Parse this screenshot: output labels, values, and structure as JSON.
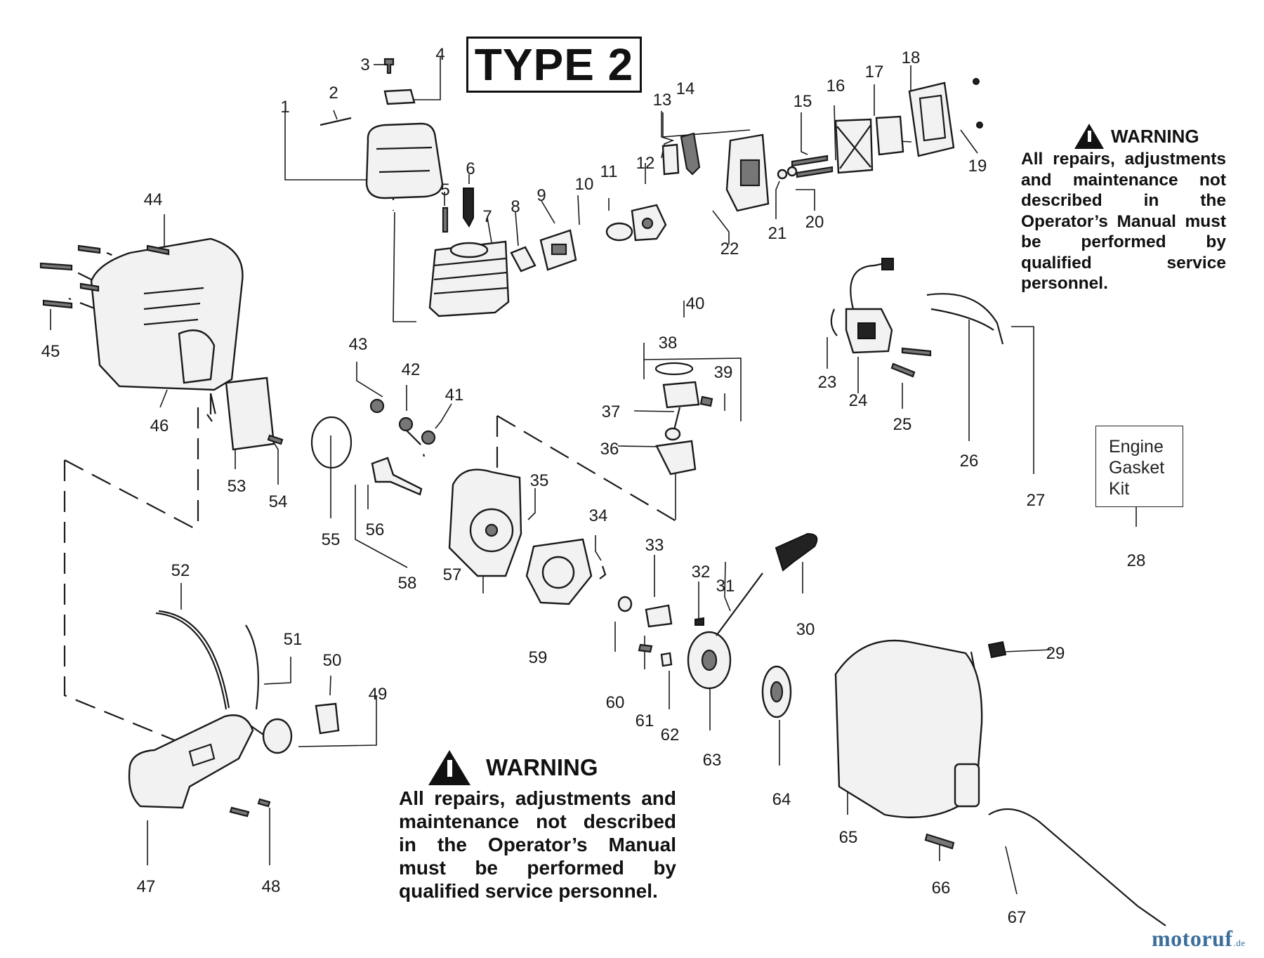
{
  "type_label": "TYPE 2",
  "warning_top": {
    "heading": "WARNING",
    "text": "All repairs, adjustments and maintenance not described in the Operator’s Manual must be performed by qualified service personnel."
  },
  "warning_bottom": {
    "heading": "WARNING",
    "text": "All repairs, adjustments and maintenance not described in the Operator’s Manual must be performed by qualified service personnel."
  },
  "kit_box": {
    "lines": [
      "Engine",
      "Gasket",
      "Kit"
    ]
  },
  "callouts": [
    "1",
    "2",
    "3",
    "4",
    "5",
    "6",
    "7",
    "8",
    "9",
    "10",
    "11",
    "12",
    "13",
    "14",
    "15",
    "16",
    "17",
    "18",
    "19",
    "20",
    "21",
    "22",
    "23",
    "24",
    "25",
    "26",
    "27",
    "28",
    "29",
    "30",
    "31",
    "32",
    "33",
    "34",
    "35",
    "36",
    "37",
    "38",
    "39",
    "40",
    "41",
    "42",
    "43",
    "44",
    "45",
    "46",
    "47",
    "48",
    "49",
    "50",
    "51",
    "52",
    "53",
    "54",
    "55",
    "56",
    "57",
    "58",
    "59",
    "60",
    "61",
    "62",
    "63",
    "64",
    "65",
    "66",
    "67"
  ],
  "watermark": {
    "main": "motoruf",
    "suffix": ".de"
  }
}
